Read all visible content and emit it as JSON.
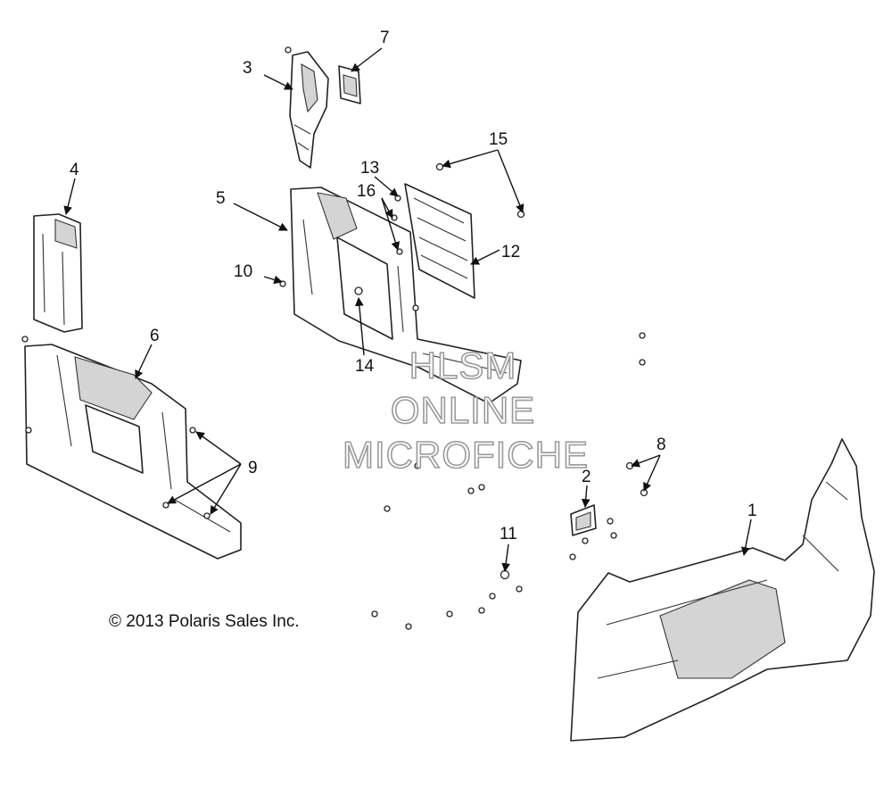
{
  "copyright": "© 2013 Polaris Sales Inc.",
  "watermark": {
    "line1": "HLSM",
    "line2": "ONLINE",
    "line3": "MICROFICHE"
  },
  "callouts": {
    "c1": "1",
    "c2": "2",
    "c3": "3",
    "c4": "4",
    "c5": "5",
    "c6": "6",
    "c7": "7",
    "c8": "8",
    "c9": "9",
    "c10": "10",
    "c11": "11",
    "c12": "12",
    "c13": "13",
    "c14": "14",
    "c15": "15",
    "c16": "16"
  }
}
